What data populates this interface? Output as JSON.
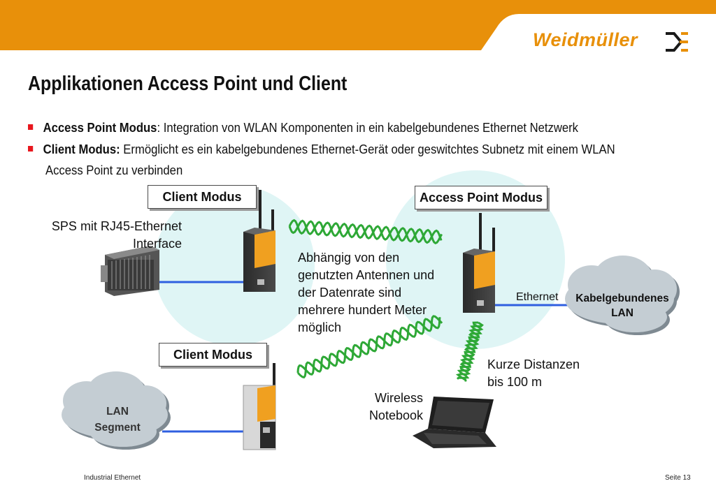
{
  "header": {
    "brand": "Weidmüller",
    "accent_color": "#e8900a",
    "logo_icon": "weidmueller-logo-icon"
  },
  "title": "Applikationen Access Point und Client",
  "bullets": [
    {
      "bold": "Access Point Modus",
      "text": ": Integration von WLAN Komponenten in ein kabelgebundenes Ethernet Netzwerk"
    },
    {
      "bold": "Client Modus:",
      "text": " Ermöglicht es ein kabelgebundenes Ethernet-Gerät oder geswitchtes Subnetz mit einem WLAN",
      "text2": "Access Point zu verbinden"
    }
  ],
  "diagram": {
    "client_label_top": "Client Modus",
    "client_label_bottom": "Client Modus",
    "ap_label": "Access Point Modus",
    "sps_line1": "SPS mit RJ45-Ethernet",
    "sps_line2": "Interface",
    "range_lines": [
      "Abhängig von den",
      "genutzten Antennen und",
      "der Datenrate sind",
      "mehrere hundert Meter",
      "möglich"
    ],
    "ethernet_label": "Ethernet",
    "cloud_right_line1": "Kabelgebundenes",
    "cloud_right_line2": "LAN",
    "cloud_left_line1": "LAN",
    "cloud_left_line2": "Segment",
    "short_line1": "Kurze Distanzen",
    "short_line2": "bis 100 m",
    "notebook_line1": "Wireless",
    "notebook_line2": "Notebook",
    "colors": {
      "wave": "#2ea836",
      "cable": "#2f5fe0",
      "coverage": "#dff5f5",
      "cloud": "#c4cdd3"
    }
  },
  "footer": {
    "left": "Industrial Ethernet",
    "right": "Seite 13"
  }
}
